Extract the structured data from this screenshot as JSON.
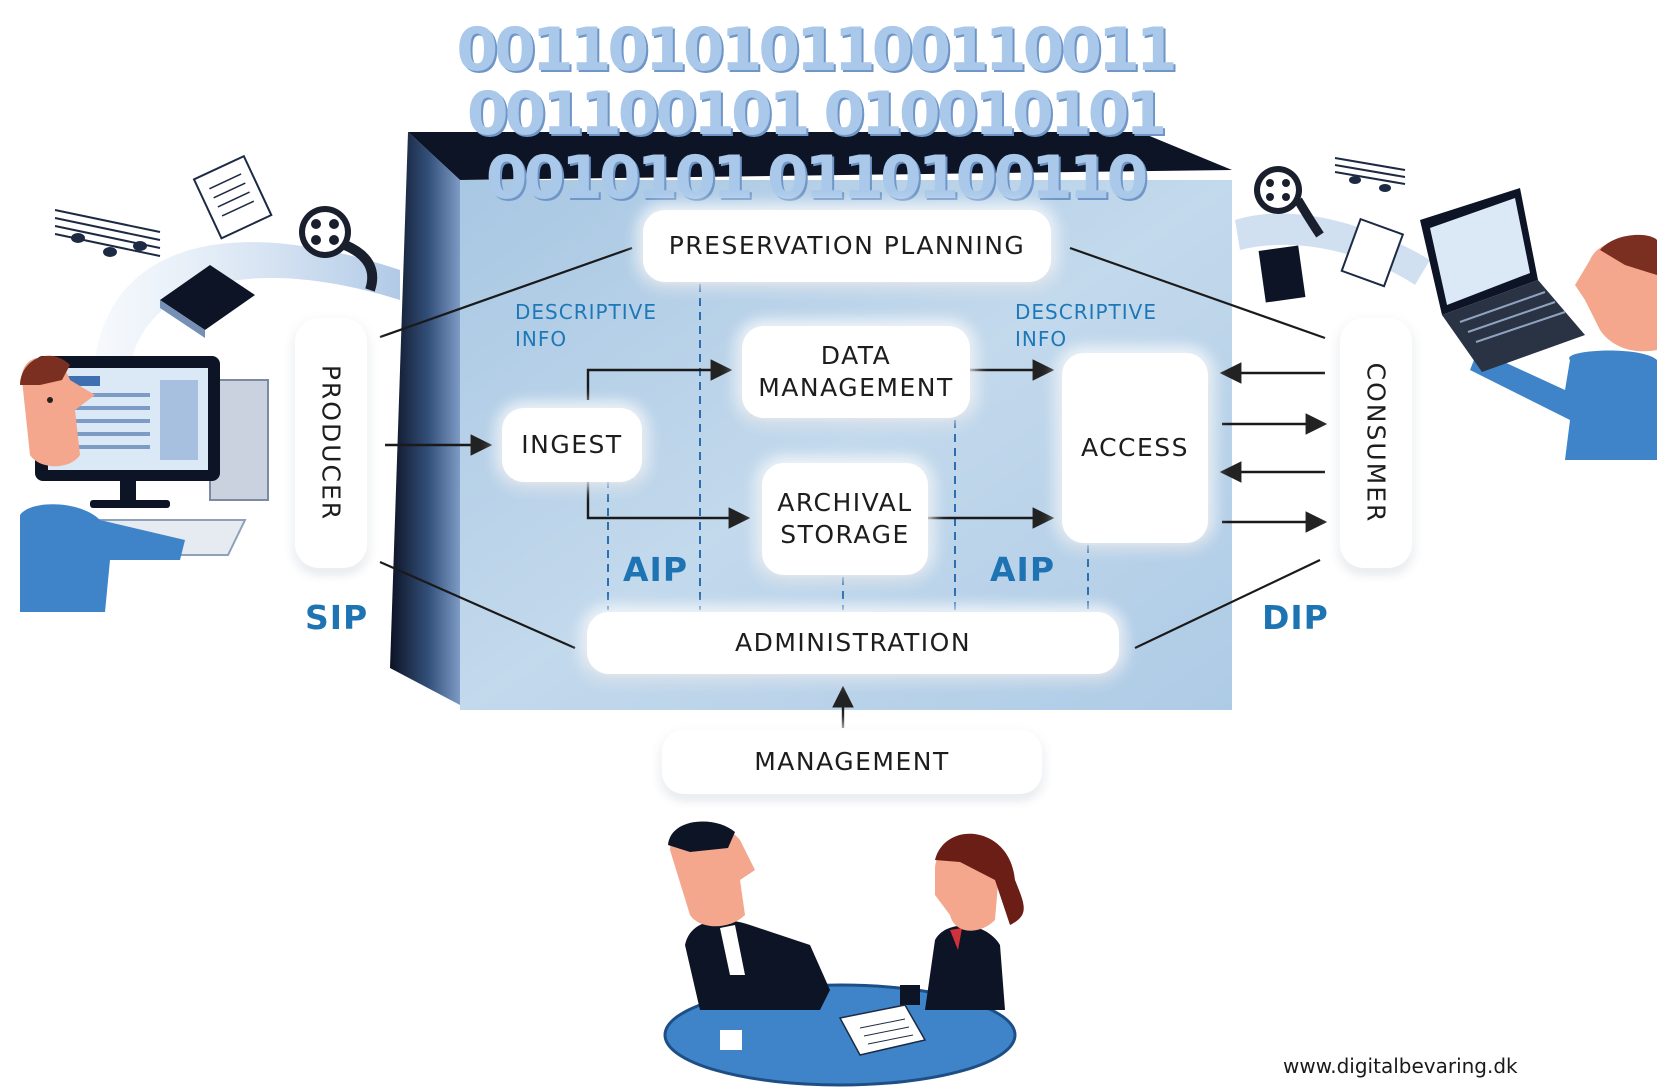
{
  "colors": {
    "panel": "#b9d3e8",
    "panel_dark": "#8fb3d4",
    "box_top": "#0d1426",
    "accent_blue": "#1e74b3",
    "binary_blue": "#a9c8ea"
  },
  "entities": {
    "producer": "PRODUCER",
    "consumer": "CONSUMER",
    "management": "MANAGEMENT"
  },
  "functions": {
    "preservation_planning": "PRESERVATION PLANNING",
    "ingest": "INGEST",
    "data_management": "DATA\nMANAGEMENT",
    "archival_storage": "ARCHIVAL\nSTORAGE",
    "access": "ACCESS",
    "administration": "ADMINISTRATION"
  },
  "packages": {
    "sip": "SIP",
    "aip_left": "AIP",
    "aip_right": "AIP",
    "dip": "DIP"
  },
  "descriptive_info": {
    "left": "DESCRIPTIVE\nINFO",
    "right": "DESCRIPTIVE\nINFO"
  },
  "binary_cloud": "0011010101100110011001100101 0100101010010101 0110100110",
  "credit": "www.digitalbevaring.dk",
  "icons": [
    "music-notes-icon",
    "document-icon",
    "film-reel-icon",
    "book-icon",
    "desktop-computer-icon",
    "laptop-icon",
    "coffee-cup-icon"
  ]
}
